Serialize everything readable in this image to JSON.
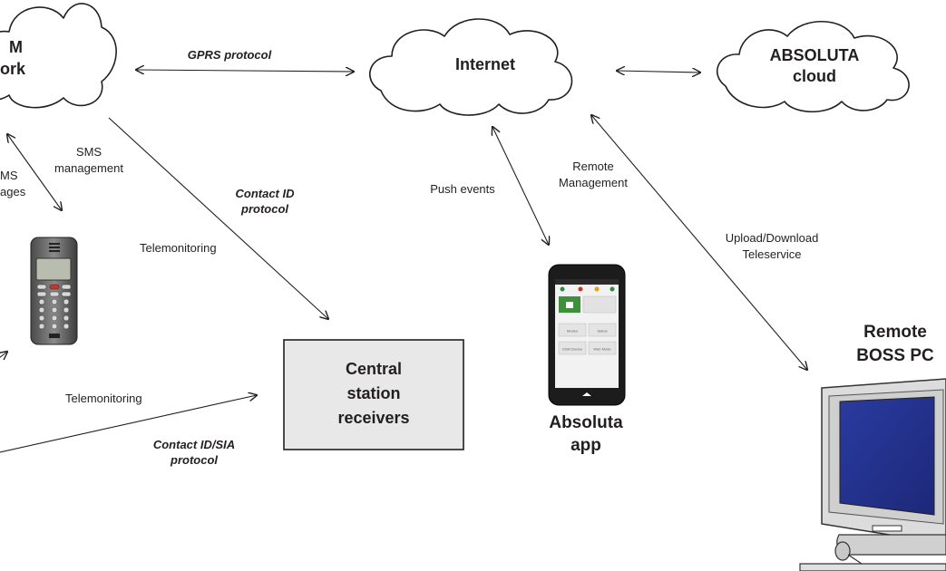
{
  "clouds": {
    "gsm_line1": "M",
    "gsm_line2": "ork",
    "internet": "Internet",
    "absoluta_line1": "ABSOLUTA",
    "absoluta_line2": "cloud"
  },
  "links": {
    "gprs": "GPRS protocol",
    "sms_management_1": "SMS",
    "sms_management_2": "management",
    "sms_messages_1": "MS",
    "sms_messages_2": "ages",
    "contact_id_1": "Contact ID",
    "contact_id_2": "protocol",
    "telemonitoring_top": "Telemonitoring",
    "telemonitoring_bottom": "Telemonitoring",
    "contact_id_sia_1": "Contact ID/SIA",
    "contact_id_sia_2": "protocol",
    "push_events": "Push events",
    "remote_mgmt_1": "Remote",
    "remote_mgmt_2": "Management",
    "upload_1": "Upload/Download",
    "upload_2": "Teleservice"
  },
  "nodes": {
    "central_1": "Central",
    "central_2": "station",
    "central_3": "receivers",
    "app_1": "Absoluta",
    "app_2": "app",
    "pc_1": "Remote",
    "pc_2": "BOSS PC"
  },
  "phone_screen": {
    "btn_a": "Modes",
    "btn_b": "Status",
    "btn_c": "GSM Device",
    "btn_d": "Web Mode"
  }
}
